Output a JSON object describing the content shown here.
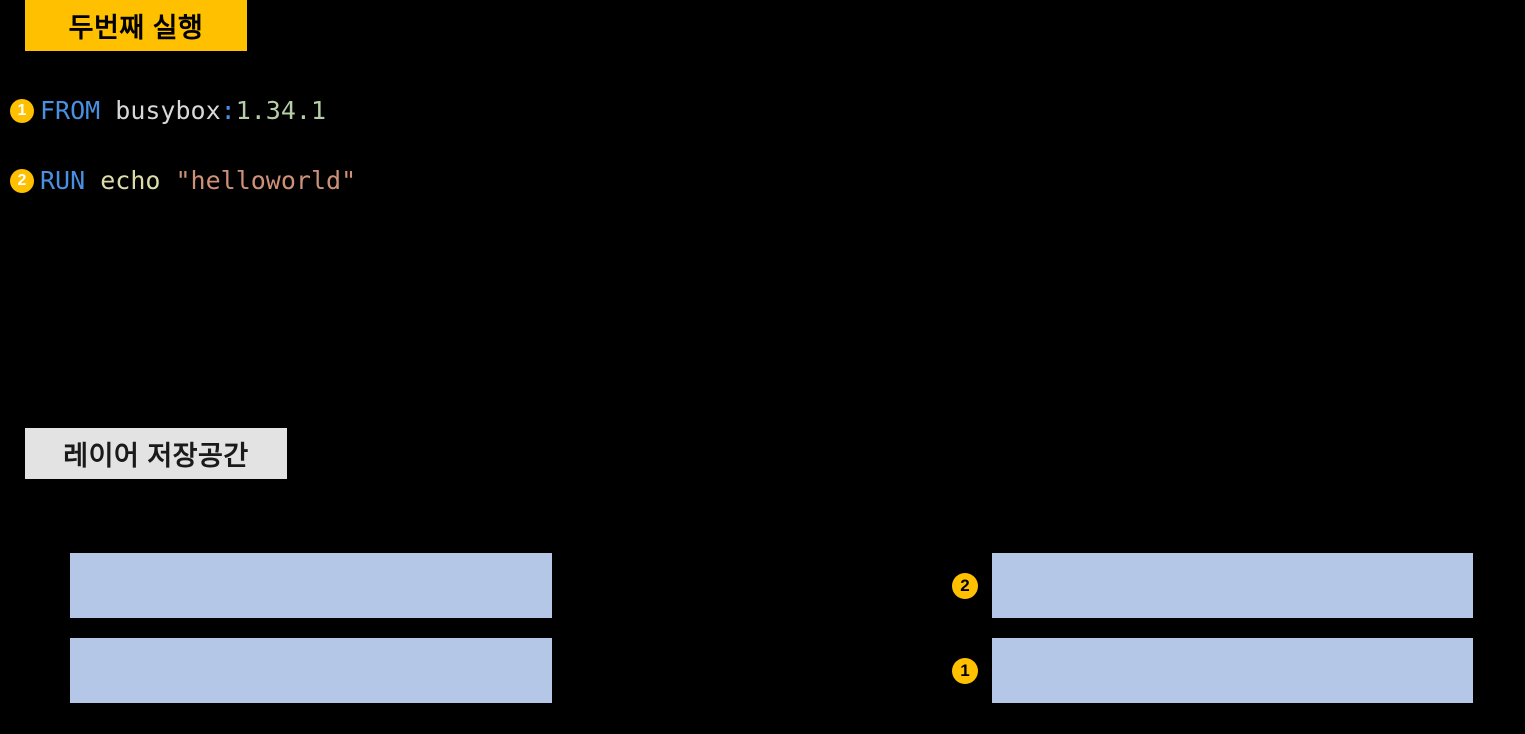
{
  "sections": {
    "run_title": "두번째 실행",
    "storage_title": "레이어 저장공간"
  },
  "dockerfile": {
    "lines": [
      {
        "step": "1",
        "keyword": "FROM",
        "space1": " ",
        "image": "busybox",
        "colon": ":",
        "version": "1.34.1"
      },
      {
        "step": "2",
        "keyword": "RUN",
        "space1": " ",
        "command": "echo",
        "space2": " ",
        "string": "\"helloworld\""
      }
    ]
  },
  "layer_storage": {
    "left_stack": [
      {
        "label": ""
      },
      {
        "label": ""
      }
    ],
    "right_stack": [
      {
        "num": "2",
        "label": ""
      },
      {
        "num": "1",
        "label": ""
      }
    ]
  },
  "colors": {
    "background": "#000000",
    "accent_yellow": "#ffc000",
    "label_gray": "#e3e3e3",
    "layer_blue": "#b4c7e7",
    "keyword_blue": "#4a90e2",
    "version_green": "#b5cea8",
    "command_yellow": "#dcdcaa",
    "string_salmon": "#ce9178",
    "plain_text": "#d8d8d8"
  }
}
